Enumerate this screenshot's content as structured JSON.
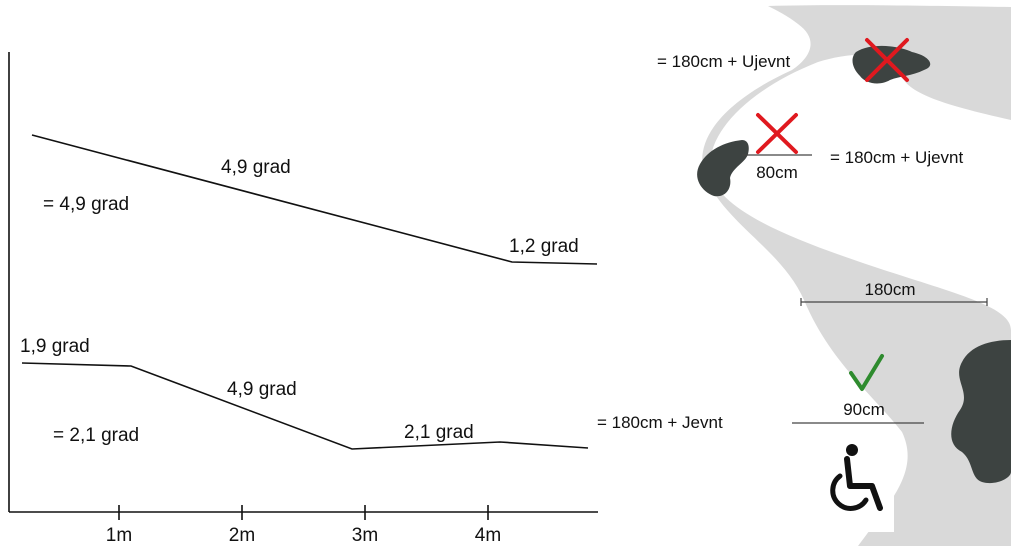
{
  "slope_diagram": {
    "x_ticks": [
      "1m",
      "2m",
      "3m",
      "4m"
    ],
    "top_path": {
      "segment_label": "4,9 grad",
      "end_label": "1,2 grad",
      "average_label": "= 4,9 grad"
    },
    "bottom_path": {
      "start_label": "1,9 grad",
      "middle_label": "4,9 grad",
      "end_label": "2,1 grad",
      "average_label": "= 2,1 grad"
    }
  },
  "path_diagram": {
    "top_note": "= 180cm + Ujevnt",
    "middle_note": "= 180cm + Ujevnt",
    "narrow_width": "80cm",
    "full_width": "180cm",
    "passing_width": "90cm",
    "bottom_note": "= 180cm + Jevnt",
    "colors": {
      "path": "#d9d9d9",
      "obstacle": "#3d4341",
      "cross": "#e0191f",
      "check": "#2e8b2e"
    },
    "icons": [
      "cross-icon",
      "cross-icon",
      "checkmark-icon",
      "wheelchair-icon"
    ]
  }
}
